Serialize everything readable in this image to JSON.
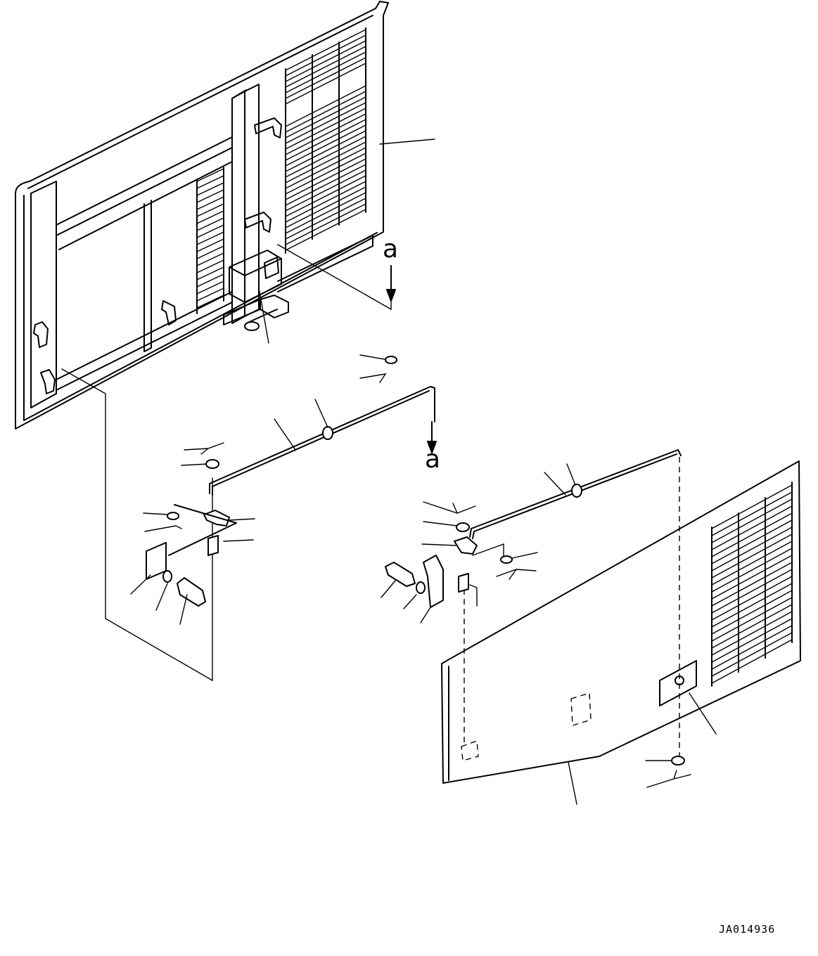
{
  "view_label_top": "a",
  "view_label_bottom": "a",
  "drawing_code": "JA014936"
}
